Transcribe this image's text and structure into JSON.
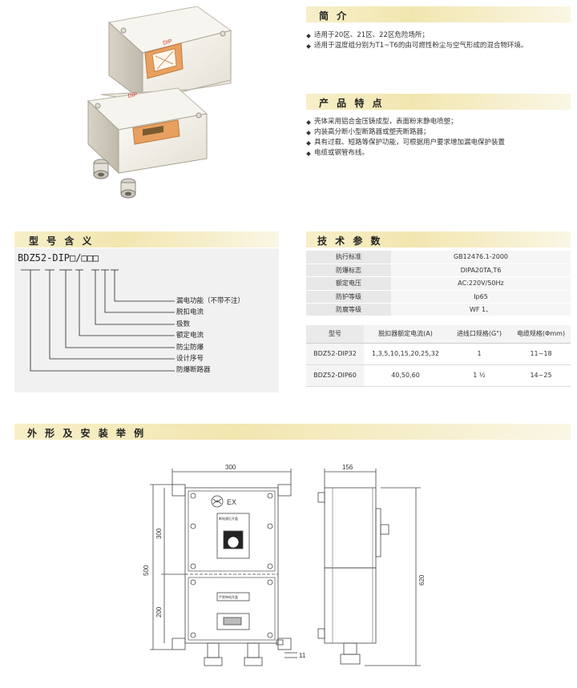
{
  "intro": {
    "title": "简 介",
    "bullets": [
      "适用于20区、21区、22区危险场所；",
      "适用于温度组分别为T1~T6的由可燃性粉尘与空气形成的混合物环境。"
    ]
  },
  "features": {
    "title": "产 品 特 点",
    "bullets": [
      "壳体采用铝合金压铸成型，表面粉末静电喷塑；",
      "内装高分断小型断路器或塑壳断路器；",
      "具有过载、短路等保护功能，可根据用户要求增加漏电保护装置",
      "电缆或钢管布线。"
    ]
  },
  "photo": {
    "top_label": "DIP",
    "bottom_label": "DIP"
  },
  "model": {
    "title": "型 号 含 义",
    "code": "BDZ52-DIP□/□□□",
    "legend": [
      "漏电功能（不带不注）",
      "脱扣电流",
      "极数",
      "额定电流",
      "防尘防爆",
      "设计序号",
      "防爆断路器"
    ]
  },
  "tech": {
    "title": "技 术 参 数",
    "params": [
      {
        "key": "执行标准",
        "value": "GB12476.1-2000"
      },
      {
        "key": "防爆标志",
        "value": "DIPA20TA,T6"
      },
      {
        "key": "额定电压",
        "value": "AC:220V/50Hz"
      },
      {
        "key": "防护等级",
        "value": "Ip65"
      },
      {
        "key": "防腐等级",
        "value": "WF 1、"
      }
    ],
    "table_headers": [
      "型号",
      "脱扣器额定电流(A)",
      "进线口规格(G\")",
      "电缆规格(Φmm)"
    ],
    "rows": [
      [
        "BDZ52-DIP32",
        "1,3,5,10,15,20,25,32",
        "1",
        "11~18"
      ],
      [
        "BDZ52-DIP60",
        "40,50,60",
        "1 ½",
        "14~25"
      ]
    ]
  },
  "install": {
    "title": "外 形 及 安 装 举 例",
    "dim_width": "300",
    "dim_height_total": "500",
    "dim_height_top": "300",
    "dim_height_bottom": "200",
    "dim_depth": "156",
    "dim_side_height": "620",
    "dim_small": "11",
    "label_ex": "EX",
    "label_top_plate": "断电源后开盖",
    "label_bottom_plate": "严禁带电开盖"
  },
  "colors": {
    "section_bar": "#f2e6b0",
    "panel_bg": "#f1f1f1",
    "enclosure": "#f4f1ea",
    "label_orange": "#e8a060"
  }
}
